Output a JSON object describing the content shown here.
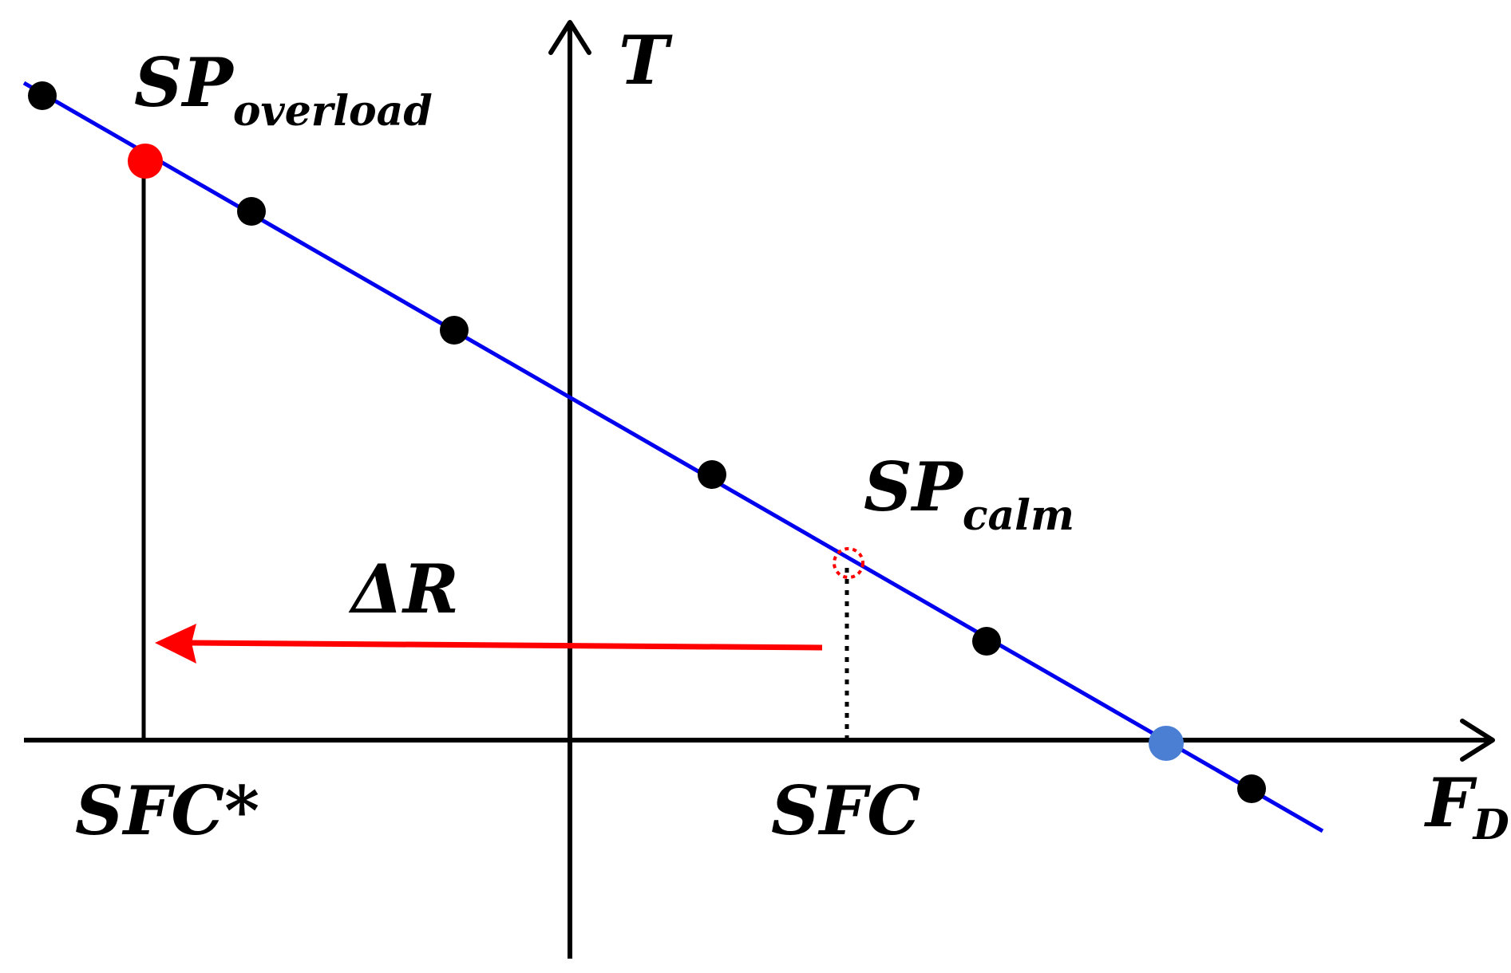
{
  "labels": {
    "t_axis": "T",
    "fd_axis_main": "F",
    "fd_axis_sub": "D",
    "sp_overload_main": "SP",
    "sp_overload_sub": "overload",
    "sp_calm_main": "SP",
    "sp_calm_sub": "calm",
    "delta_r": "ΔR",
    "sfc_star": "SFC*",
    "sfc": "SFC"
  },
  "colors": {
    "axis": "#000000",
    "line": "#0000ee",
    "dot": "#000000",
    "overload_point": "#ff0000",
    "intercept_point": "#4a7fd4",
    "calm_point_outline": "#ff0000",
    "delta_r_arrow": "#ff0000",
    "guide_line": "#000000"
  }
}
